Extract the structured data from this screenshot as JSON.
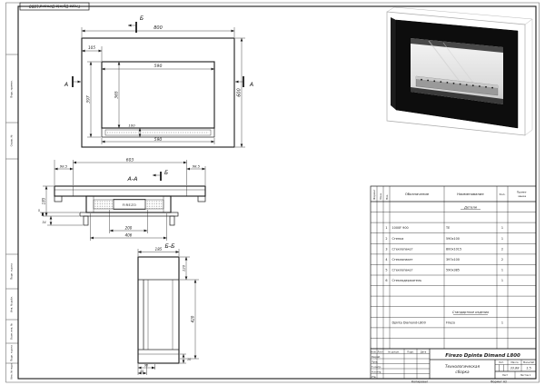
{
  "sheet": {
    "top_stamp": "Frezo Dpinta Dimand L800",
    "margin_labels": [
      "Перв. примен.",
      "Справ. №",
      "Подп. и дата",
      "Инв. № дубл.",
      "Взам. инв. №",
      "Подп. и дата",
      "Инв. № подл."
    ],
    "bottom_copy": "Копировал",
    "bottom_format": "Формат А2"
  },
  "front_view": {
    "section_a": "А",
    "section_b": "Б",
    "dim_width": "800",
    "dim_offset": "105",
    "dim_opening_w": "590",
    "dim_opening_h": "365",
    "dim_397": "397",
    "dim_slot_h": "100",
    "dim_slot_w": "590",
    "dim_height": "600"
  },
  "section_aa": {
    "title": "А-А",
    "section_b": "Б",
    "dim_left": "98.5",
    "dim_mid": "603",
    "dim_right": "98.5",
    "dim_depth": "185",
    "dim_34": "34",
    "dim_5": "5",
    "dim_200": "200",
    "dim_406": "406",
    "burner_brand": "FIREZO"
  },
  "section_bb": {
    "title": "Б-Б",
    "dim_185": "185",
    "dim_120": "120",
    "dim_420": "420",
    "dim_90": "90",
    "dim_45": "45",
    "dim_10": "10"
  },
  "spec_table": {
    "headers": {
      "format": "Формат",
      "zone": "Зона",
      "pos": "Поз.",
      "designation": "Обозначение",
      "name": "Наименование",
      "qty": "Кол.",
      "note_1": "Приме-",
      "note_2": "чание"
    },
    "section_details": "Детали",
    "rows": [
      {
        "pos": "1",
        "designation": "1000F 900",
        "name": "ТЕ",
        "qty": "1"
      },
      {
        "pos": "2",
        "designation": "Стенка",
        "name": "590х100",
        "qty": "1"
      },
      {
        "pos": "3",
        "designation": "Стеклопакет",
        "name": "800х1015",
        "qty": "2"
      },
      {
        "pos": "4",
        "designation": "Стеклопакет",
        "name": "397х100",
        "qty": "2"
      },
      {
        "pos": "5",
        "designation": "Стеклопакет",
        "name": "590х385",
        "qty": "1"
      },
      {
        "pos": "6",
        "designation": "Стеклодержатель",
        "name": "",
        "qty": "1"
      }
    ],
    "section_standard": "Стандартные изделия",
    "rows_standard": [
      {
        "pos": "",
        "designation": "Dpinta Diamond-L800",
        "name": "Firezo",
        "qty": "1"
      }
    ]
  },
  "title_block": {
    "cols": {
      "izm": "Изм.",
      "list": "Лист",
      "doc": "№ докум.",
      "podp": "Подп.",
      "data": "Дата"
    },
    "rows": {
      "razrab": "Разраб.",
      "prov": "Пров.",
      "tkontr": "Т.контр.",
      "nkontr": "Н.контр.",
      "utv": "Утв."
    },
    "doc_title": "Firezo Dpinta Dimand L800",
    "doc_name_1": "Технологическая",
    "doc_name_2": "сборка",
    "lit_label": "Лит.",
    "mass_label": "Масса",
    "scale_label": "Масштаб",
    "mass_value": "33.88",
    "scale_value": "1:5",
    "sheet_label": "Лист",
    "sheets_label": "Листов 1"
  },
  "colors": {
    "body_black": "#0d0d0d",
    "line": "#1a1a1a"
  }
}
